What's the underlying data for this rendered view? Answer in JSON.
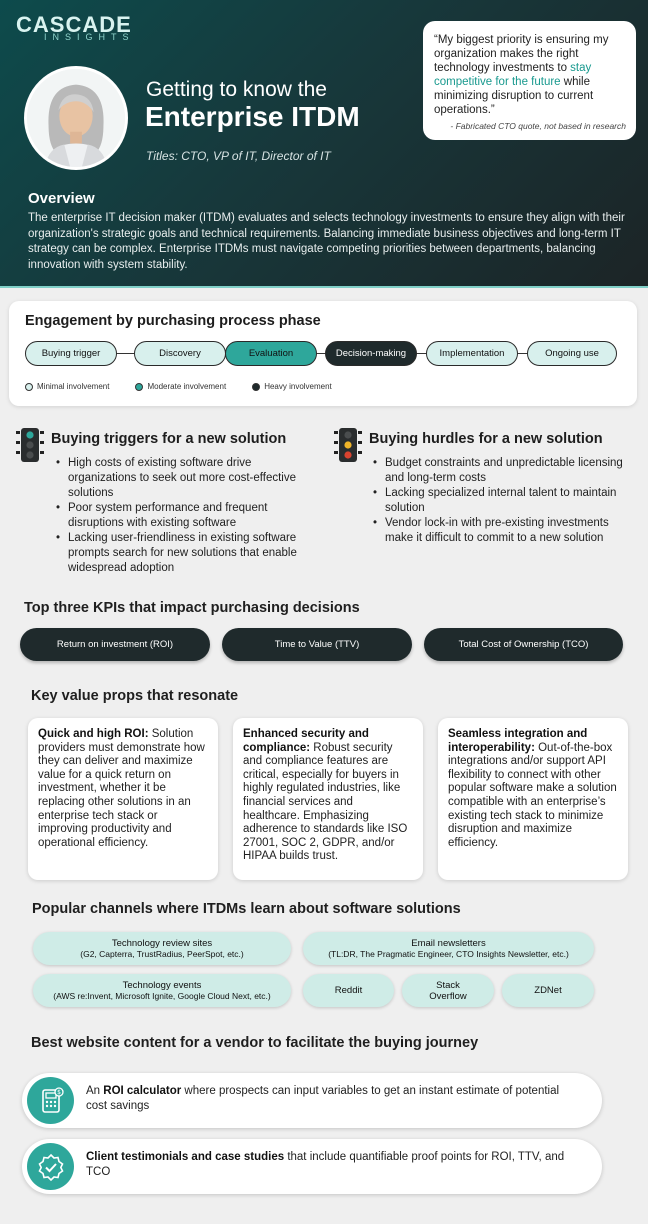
{
  "brand": {
    "name": "CASCADE",
    "tagline": "INSIGHTS"
  },
  "header": {
    "title_line1": "Getting to know the",
    "title_line2": "Enterprise ITDM",
    "titles": "Titles: CTO, VP of IT, Director of IT",
    "quote_before": "“My biggest priority is ensuring my organization makes the right technology investments to ",
    "quote_highlight": "stay competitive for the future",
    "quote_after": " while minimizing disruption to current operations.”",
    "quote_attribution": "- Fabricated CTO quote, not based in research",
    "overview_heading": "Overview",
    "overview_text": "The enterprise IT decision maker (ITDM) evaluates and selects technology investments to ensure they align with their organization's strategic goals and technical requirements. Balancing immediate business objectives and long-term IT strategy can be complex. Enterprise ITDMs must navigate competing priorities between departments, balancing innovation with system stability."
  },
  "engagement": {
    "heading": "Engagement by purchasing process phase",
    "phases": [
      {
        "label": "Buying trigger",
        "level": "minimal"
      },
      {
        "label": "Discovery",
        "level": "minimal"
      },
      {
        "label": "Evaluation",
        "level": "moderate"
      },
      {
        "label": "Decision-making",
        "level": "heavy"
      },
      {
        "label": "Implementation",
        "level": "minimal"
      },
      {
        "label": "Ongoing use",
        "level": "minimal"
      }
    ],
    "legend": [
      {
        "label": "Minimal involvement",
        "color": "#d8f0ed"
      },
      {
        "label": "Moderate involvement",
        "color": "#2ea79b"
      },
      {
        "label": "Heavy involvement",
        "color": "#1f2a2c"
      }
    ]
  },
  "triggers": {
    "heading": "Buying triggers for a new solution",
    "icon": "traffic-light-green-icon",
    "items": [
      "High costs of existing software drive organizations to seek out more cost-effective solutions",
      "Poor system performance and frequent disruptions with existing software",
      "Lacking user-friendliness in existing software prompts search for new solutions that enable widespread adoption"
    ]
  },
  "hurdles": {
    "heading": "Buying hurdles for a new solution",
    "icon": "traffic-light-yellow-red-icon",
    "items": [
      "Budget constraints and unpredictable licensing and long-term costs",
      "Lacking specialized internal talent to maintain solution",
      "Vendor lock-in with pre-existing investments make it difficult to commit to a new solution"
    ]
  },
  "kpis": {
    "heading": "Top three KPIs that impact purchasing decisions",
    "items": [
      "Return on investment (ROI)",
      "Time to Value (TTV)",
      "Total Cost of Ownership (TCO)"
    ]
  },
  "value_props": {
    "heading": "Key value props that resonate",
    "items": [
      {
        "title": "Quick and high ROI:",
        "text": " Solution providers must demonstrate how they can deliver and maximize value for a quick return on investment, whether it be replacing other solutions in an enterprise tech stack or improving productivity and operational efficiency."
      },
      {
        "title": "Enhanced security and compliance:",
        "text": " Robust security and compliance features are critical, especially for buyers in highly regulated industries, like financial services and healthcare. Emphasizing adherence to standards like ISO 27001, SOC 2, GDPR, and/or HIPAA builds trust."
      },
      {
        "title": "Seamless integration and interoperability:",
        "text": " Out-of-the-box integrations and/or support API flexibility to connect with other popular software make a solution compatible with an enterprise’s existing tech stack to minimize disruption and maximize efficiency."
      }
    ]
  },
  "channels": {
    "heading": "Popular channels where ITDMs learn about software solutions",
    "items": [
      {
        "title": "Technology review sites",
        "sub": "(G2, Capterra, TrustRadius, PeerSpot, etc.)"
      },
      {
        "title": "Email newsletters",
        "sub": "(TL:DR, The Pragmatic Engineer, CTO Insights Newsletter, etc.)"
      },
      {
        "title": "Technology events",
        "sub": "(AWS re:Invent, Microsoft Ignite, Google Cloud Next, etc.)"
      },
      {
        "title": "Reddit",
        "sub": ""
      },
      {
        "title": "Stack Overflow",
        "sub": ""
      },
      {
        "title": "ZDNet",
        "sub": ""
      }
    ]
  },
  "website_content": {
    "heading": "Best website content for a vendor to facilitate the buying journey",
    "items": [
      {
        "icon": "calculator-icon",
        "pre": "An ",
        "bold": "ROI calculator",
        "post": " where prospects can input variables to get an instant estimate of potential cost savings"
      },
      {
        "icon": "verified-badge-icon",
        "pre": "",
        "bold": "Client testimonials and case studies",
        "post": " that include quantifiable proof points for ROI, TTV, and TCO"
      }
    ]
  },
  "colors": {
    "teal": "#2ea79b",
    "dark": "#1f2a2c",
    "light_teal": "#cfece7",
    "header_bg": "#17383b"
  }
}
